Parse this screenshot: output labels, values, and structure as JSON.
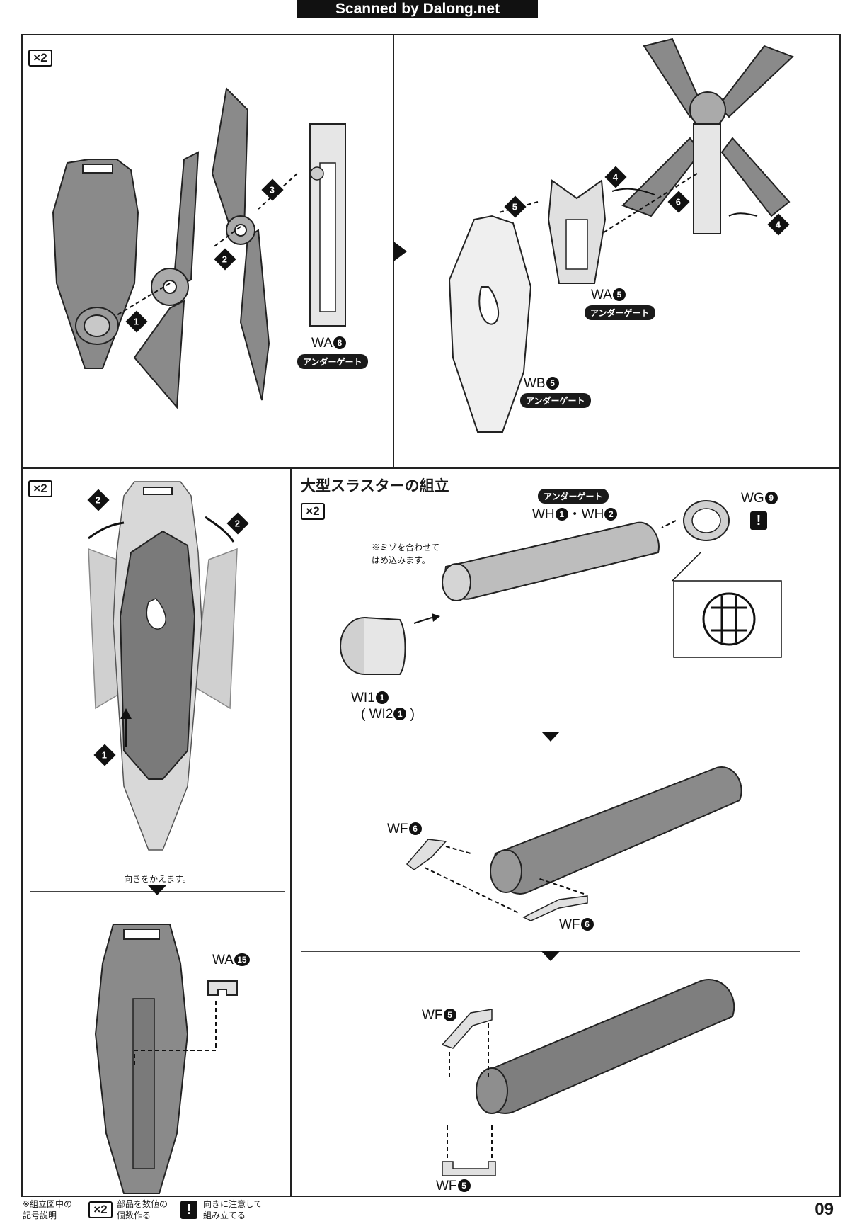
{
  "header": {
    "watermark": "Scanned by Dalong.net"
  },
  "panel_top_left": {
    "count_badge": "×2",
    "steps": [
      "1",
      "2",
      "3"
    ],
    "part_label": {
      "code": "WA",
      "number": "8"
    },
    "gate_tag": "アンダーゲート"
  },
  "panel_top_right": {
    "steps": [
      "4",
      "5",
      "6",
      "4"
    ],
    "part_label_upper": {
      "code": "WA",
      "number": "5"
    },
    "gate_tag_upper": "アンダーゲート",
    "part_label_lower": {
      "code": "WB",
      "number": "5"
    },
    "gate_tag_lower": "アンダーゲート"
  },
  "panel_left_middle": {
    "count_badge": "×2",
    "steps": [
      "2",
      "2",
      "1"
    ],
    "turn_note": "向きをかえます。"
  },
  "panel_left_bottom": {
    "part_label": {
      "code": "WA",
      "number": "15"
    }
  },
  "thruster_section": {
    "title": "大型スラスターの組立",
    "count_badge": "×2",
    "gate_tag": "アンダーゲート",
    "part_wh": {
      "code1": "WH",
      "number1": "1",
      "separator": "・",
      "code2": "WH",
      "number2": "2"
    },
    "part_wg": {
      "code": "WG",
      "number": "9"
    },
    "warning_mark": "!",
    "groove_note_line1": "※ミゾを合わせて",
    "groove_note_line2": "はめ込みます。",
    "part_wi1": {
      "code": "WI1",
      "number": "1"
    },
    "part_wi2": {
      "open": "( ",
      "code": "WI2",
      "number": "1",
      "close": " )"
    },
    "part_wf6_a": {
      "code": "WF",
      "number": "6"
    },
    "part_wf6_b": {
      "code": "WF",
      "number": "6"
    },
    "part_wf5_a": {
      "code": "WF",
      "number": "5"
    },
    "part_wf5_b": {
      "code": "WF",
      "number": "5"
    }
  },
  "footer": {
    "legend_title_line1": "※組立図中の",
    "legend_title_line2": "記号説明",
    "legend_count_badge": "×2",
    "legend_count_line1": "部品を数値の",
    "legend_count_line2": "個数作る",
    "legend_warn_mark": "!",
    "legend_warn_line1": "向きに注意して",
    "legend_warn_line2": "組み立てる",
    "page_number": "09"
  },
  "colors": {
    "ink": "#1a1a1a",
    "part_fill": "#8a8a8a",
    "light_fill": "#d9d9d9",
    "paper": "#ffffff"
  }
}
